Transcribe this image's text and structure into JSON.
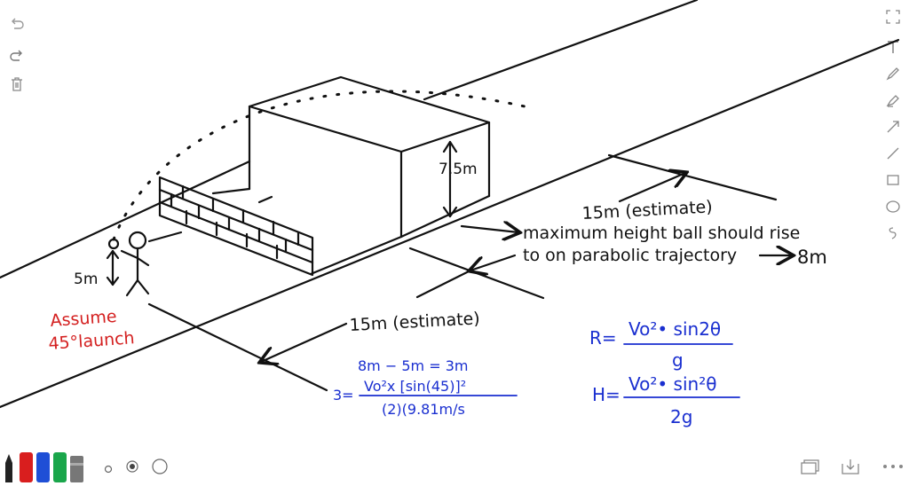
{
  "left_toolbar": {
    "icons": [
      "undo-icon",
      "redo-icon",
      "trash-icon"
    ]
  },
  "right_toolbar": {
    "icons": [
      "fullscreen-icon",
      "text-icon",
      "pen-icon",
      "highlighter-icon",
      "arrow-icon",
      "line-icon",
      "rectangle-icon",
      "ellipse-icon",
      "lasso-icon"
    ]
  },
  "bottom_bar": {
    "colors": [
      "#222222",
      "#d91e1e",
      "#1f4fd6",
      "#1aa64b",
      "#777777"
    ],
    "stroke_sizes": [
      "small",
      "medium",
      "large"
    ],
    "right_icons": [
      "pages-icon",
      "download-icon",
      "more-icon"
    ]
  },
  "drawing": {
    "colors": {
      "ink": "#111111",
      "red": "#d42020",
      "blue": "#1a2fd0"
    },
    "labels": {
      "box_height": "7.5m",
      "person_height": "5m",
      "gap_top": "15m (estimate)",
      "max_height_1": "maximum height ball should rise",
      "max_height_2": "to on parabolic trajectory",
      "max_height_value": "8m",
      "gap_bottom": "15m (estimate)",
      "assume_1": "Assume",
      "assume_2": "45°launch",
      "calc_1": "8m − 5m = 3m",
      "calc_2_lhs": "3=",
      "calc_2_num": "Vo²x [sin(45)]²",
      "calc_2_den": "(2)(9.81m/s",
      "R_lhs": "R=",
      "R_num": "Vo²• sin2θ",
      "R_den": "g",
      "H_lhs": "H=",
      "H_num": "Vo²• sin²θ",
      "H_den": "2g"
    }
  }
}
